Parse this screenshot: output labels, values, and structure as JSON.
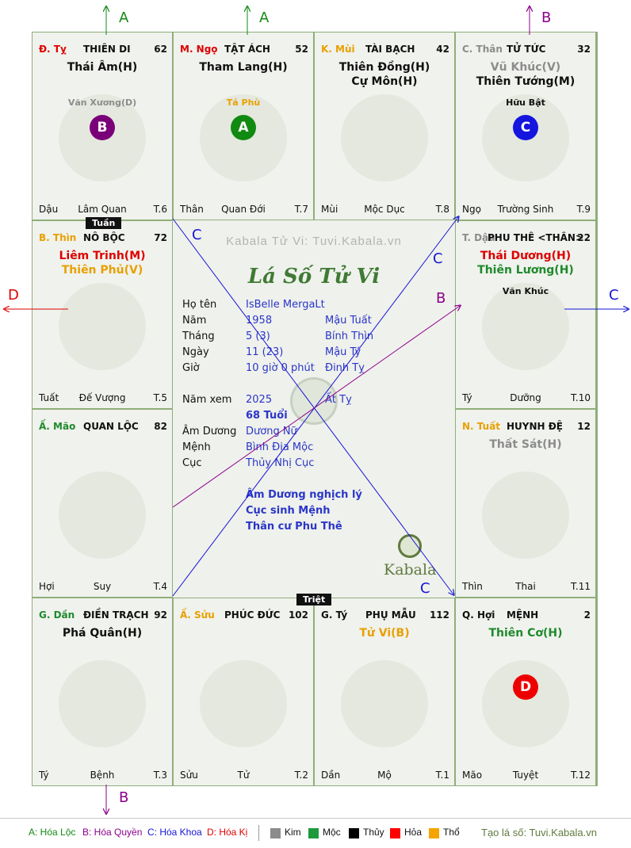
{
  "watermark": "Kabala Tử Vi: Tuvi.Kabala.vn",
  "chart_title": "Lá Số Tử Vi",
  "kabala_logo": "Kabala",
  "tuan_label": "Tuần",
  "triet_label": "Triệt",
  "colors": {
    "kim": "#8c8c8c",
    "moc": "#1e9a3c",
    "thuy": "#000000",
    "hoa": "#ff0000",
    "tho": "#f5a300",
    "loc": "#118a11",
    "quyen": "#8b008b",
    "khoa": "#1515d6",
    "ki": "#dd0000"
  },
  "cells": [
    {
      "id": "ty-fire",
      "can": "Đ. Tỵ",
      "can_color": "#dd0000",
      "palace": "THIÊN DI",
      "num": "62",
      "main": [
        {
          "t": "Thái Âm(H)",
          "c": "#111"
        }
      ],
      "minor": [
        {
          "t": "Văn Xương(D)",
          "c": "#8c8c8c"
        }
      ],
      "badge": {
        "t": "B",
        "c": "#7a007a"
      },
      "foot": [
        "Dậu",
        "Lâm Quan",
        "T.6"
      ]
    },
    {
      "id": "ngo",
      "can": "M. Ngọ",
      "can_color": "#dd0000",
      "palace": "TẬT ÁCH",
      "num": "52",
      "main": [
        {
          "t": "Tham Lang(H)",
          "c": "#111"
        }
      ],
      "minor": [
        {
          "t": "Tả Phù",
          "c": "#e8a000"
        }
      ],
      "badge": {
        "t": "A",
        "c": "#118a11"
      },
      "foot": [
        "Thân",
        "Quan Đới",
        "T.7"
      ]
    },
    {
      "id": "mui",
      "can": "K. Mùi",
      "can_color": "#e8a000",
      "palace": "TÀI BẠCH",
      "num": "42",
      "main": [
        {
          "t": "Thiên Đồng(H)",
          "c": "#111"
        },
        {
          "t": "Cự Môn(H)",
          "c": "#111"
        }
      ],
      "minor": [],
      "badge": null,
      "foot": [
        "Mùi",
        "Mộc Dục",
        "T.8"
      ]
    },
    {
      "id": "than",
      "can": "C. Thân",
      "can_color": "#8c8c8c",
      "palace": "TỬ TỨC",
      "num": "32",
      "main": [
        {
          "t": "Vũ Khúc(V)",
          "c": "#8c8c8c"
        },
        {
          "t": "Thiên Tướng(M)",
          "c": "#111"
        }
      ],
      "minor": [
        {
          "t": "Hữu Bật",
          "c": "#111"
        }
      ],
      "badge": {
        "t": "C",
        "c": "#1515e0"
      },
      "foot": [
        "Ngọ",
        "Trường Sinh",
        "T.9"
      ]
    },
    {
      "id": "thin",
      "can": "B. Thìn",
      "can_color": "#e8a000",
      "palace": "NÔ BỘC",
      "num": "72",
      "main": [
        {
          "t": "Liêm Trinh(M)",
          "c": "#dd0000"
        },
        {
          "t": "Thiên Phủ(V)",
          "c": "#e8a000"
        }
      ],
      "minor": [],
      "badge": null,
      "foot": [
        "Tuất",
        "Đế Vượng",
        "T.5"
      ]
    },
    {
      "id": "dau",
      "can": "T. Dậu",
      "can_color": "#8c8c8c",
      "palace": "PHU THÊ <THÂN>",
      "num": "22",
      "main": [
        {
          "t": "Thái Dương(H)",
          "c": "#dd0000"
        },
        {
          "t": "Thiên Lương(H)",
          "c": "#1e8a2c"
        }
      ],
      "minor": [
        {
          "t": "Văn Khúc",
          "c": "#111"
        }
      ],
      "badge": null,
      "foot": [
        "Tý",
        "Dưỡng",
        "T.10"
      ]
    },
    {
      "id": "mao",
      "can": "Ấ. Mão",
      "can_color": "#1e8a2c",
      "palace": "QUAN LỘC",
      "num": "82",
      "main": [],
      "minor": [],
      "badge": null,
      "foot": [
        "Hợi",
        "Suy",
        "T.4"
      ]
    },
    {
      "id": "tuat",
      "can": "N. Tuất",
      "can_color": "#e8a000",
      "palace": "HUYNH ĐỆ",
      "num": "12",
      "main": [
        {
          "t": "Thất Sát(H)",
          "c": "#8c8c8c"
        }
      ],
      "minor": [],
      "badge": null,
      "foot": [
        "Thìn",
        "Thai",
        "T.11"
      ]
    },
    {
      "id": "dan",
      "can": "G. Dần",
      "can_color": "#1e8a2c",
      "palace": "ĐIỀN TRẠCH",
      "num": "92",
      "main": [
        {
          "t": "Phá Quân(H)",
          "c": "#111"
        }
      ],
      "minor": [],
      "badge": null,
      "foot": [
        "Tý",
        "Bệnh",
        "T.3"
      ]
    },
    {
      "id": "suu",
      "can": "Ấ. Sửu",
      "can_color": "#e8a000",
      "palace": "PHÚC ĐỨC",
      "num": "102",
      "main": [],
      "minor": [],
      "badge": null,
      "foot": [
        "Sửu",
        "Tử",
        "T.2"
      ]
    },
    {
      "id": "ty-water",
      "can": "G. Tý",
      "can_color": "#111",
      "palace": "PHỤ MẪU",
      "num": "112",
      "main": [
        {
          "t": "Tử Vi(B)",
          "c": "#e8a000"
        }
      ],
      "minor": [],
      "badge": null,
      "foot": [
        "Dần",
        "Mộ",
        "T.1"
      ]
    },
    {
      "id": "hoi",
      "can": "Q. Hợi",
      "can_color": "#111",
      "palace": "MỆNH",
      "num": "2",
      "main": [
        {
          "t": "Thiên Cơ(H)",
          "c": "#1e8a2c"
        }
      ],
      "minor": [],
      "badge": {
        "t": "D",
        "c": "#ee0000"
      },
      "foot": [
        "Mão",
        "Tuyệt",
        "T.12"
      ]
    }
  ],
  "info": {
    "ho_ten_label": "Họ tên",
    "ho_ten": "IsBelle MergaLt",
    "nam_label": "Năm",
    "nam": "1958",
    "nam_cc": "Mậu Tuất",
    "thang_label": "Tháng",
    "thang": "5  (3)",
    "thang_cc": "Bính Thìn",
    "ngay_label": "Ngày",
    "ngay": "11  (23)",
    "ngay_cc": "Mậu Tý",
    "gio_label": "Giờ",
    "gio": "10 giờ 0 phút",
    "gio_cc": "Đinh Tỵ",
    "nam_xem_label": "Năm xem",
    "nam_xem": "2025",
    "nam_xem_cc": "Ất Tỵ",
    "tuoi": "68 Tuổi",
    "am_duong_label": "Âm Dương",
    "am_duong": "Dương Nữ",
    "menh_label": "Mệnh",
    "menh": "Bình Địa Mộc",
    "cuc_label": "Cục",
    "cuc": "Thủy Nhị Cục",
    "notes": [
      "Âm Dương nghịch lý",
      "Cục sinh Mệnh",
      "Thân cư Phu Thê"
    ]
  },
  "arrows": {
    "top_left_1": "A",
    "top_left_2": "A",
    "top_right": "B",
    "left": "D",
    "right": "C",
    "bottom": "B",
    "line_c_top": "C",
    "line_c_right": "C",
    "line_c_bottom": "C",
    "line_b": "B"
  },
  "legend": {
    "a": "A: Hóa Lộc",
    "b": "B: Hóa Quyền",
    "c": "C: Hóa Khoa",
    "d": "D: Hóa Kị",
    "kim": "Kim",
    "moc": "Mộc",
    "thuy": "Thủy",
    "hoa": "Hỏa",
    "tho": "Thổ",
    "site": "Tạo lá số: Tuvi.Kabala.vn"
  }
}
